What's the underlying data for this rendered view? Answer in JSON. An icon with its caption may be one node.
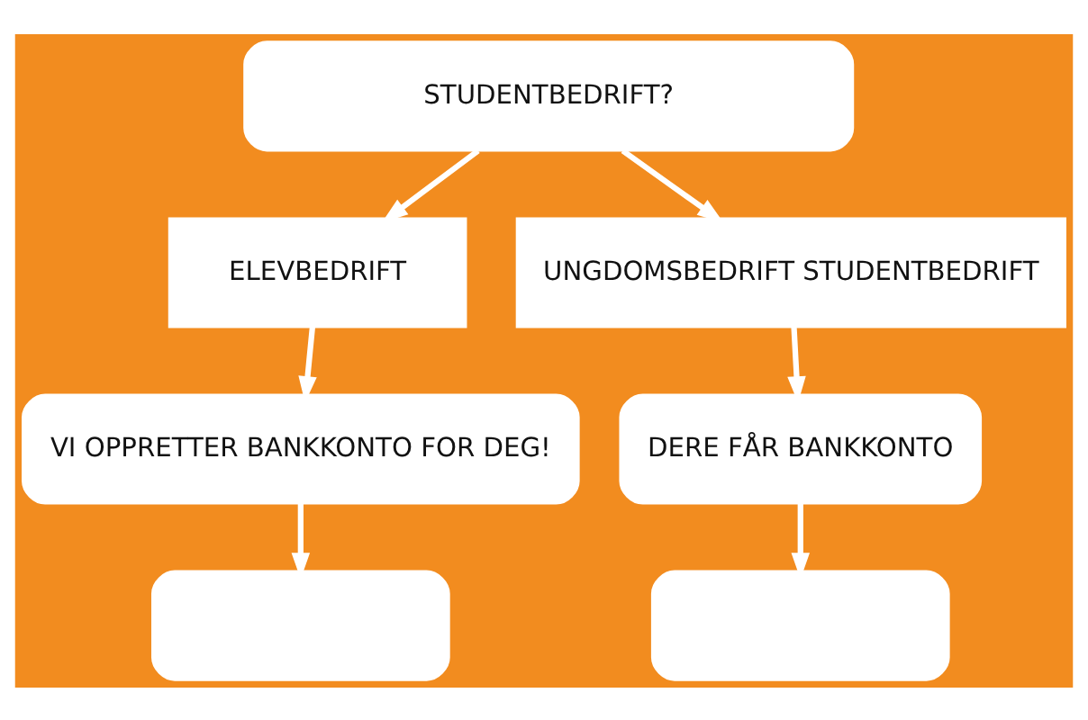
{
  "diagram": {
    "nodes": [
      {
        "text": [
          "STUDENTBEDRIFT?"
        ]
      },
      {
        "text": [
          "ELEVBEDRIFT"
        ]
      },
      {
        "text": [
          "UNGDOMSBEDRIFT STUDENTBEDRIFT"
        ]
      },
      {
        "text": [
          "VI OPPRETTER BANKKONTO FOR DEG!"
        ]
      },
      {
        "text": [
          "DERE FÅR BANKKONTO"
        ]
      },
      {
        "text": [],
        "shape": "box"
      },
      {
        "text": [],
        "shape": "box"
      }
    ],
    "edges": [
      {
        "from": 0,
        "to": 1,
        "arrow": "to"
      },
      {
        "from": 0,
        "to": 2,
        "arrow": "to"
      },
      {
        "from": 1,
        "to": 3,
        "arrow": "to"
      },
      {
        "from": 2,
        "to": 4,
        "arrow": "to"
      },
      {
        "from": 3,
        "to": 5,
        "arrow": "to"
      },
      {
        "from": 4,
        "to": 6,
        "arrow": "to"
      }
    ]
  }
}
